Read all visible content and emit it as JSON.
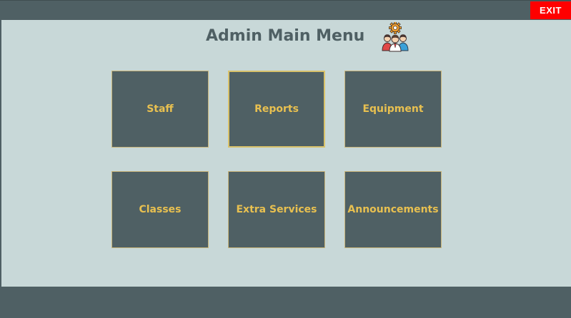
{
  "header": {
    "exit_label": "EXIT"
  },
  "main": {
    "title": "Admin Main Menu",
    "icon": "admin-group-gear-icon",
    "tiles": [
      {
        "label": "Staff"
      },
      {
        "label": "Reports"
      },
      {
        "label": "Equipment"
      },
      {
        "label": "Classes"
      },
      {
        "label": "Extra Services"
      },
      {
        "label": "Announcements"
      }
    ]
  },
  "colors": {
    "background_dark": "#4f6064",
    "content_light": "#c8d8d8",
    "tile_text": "#e8c050",
    "exit_red": "#ff0000"
  }
}
